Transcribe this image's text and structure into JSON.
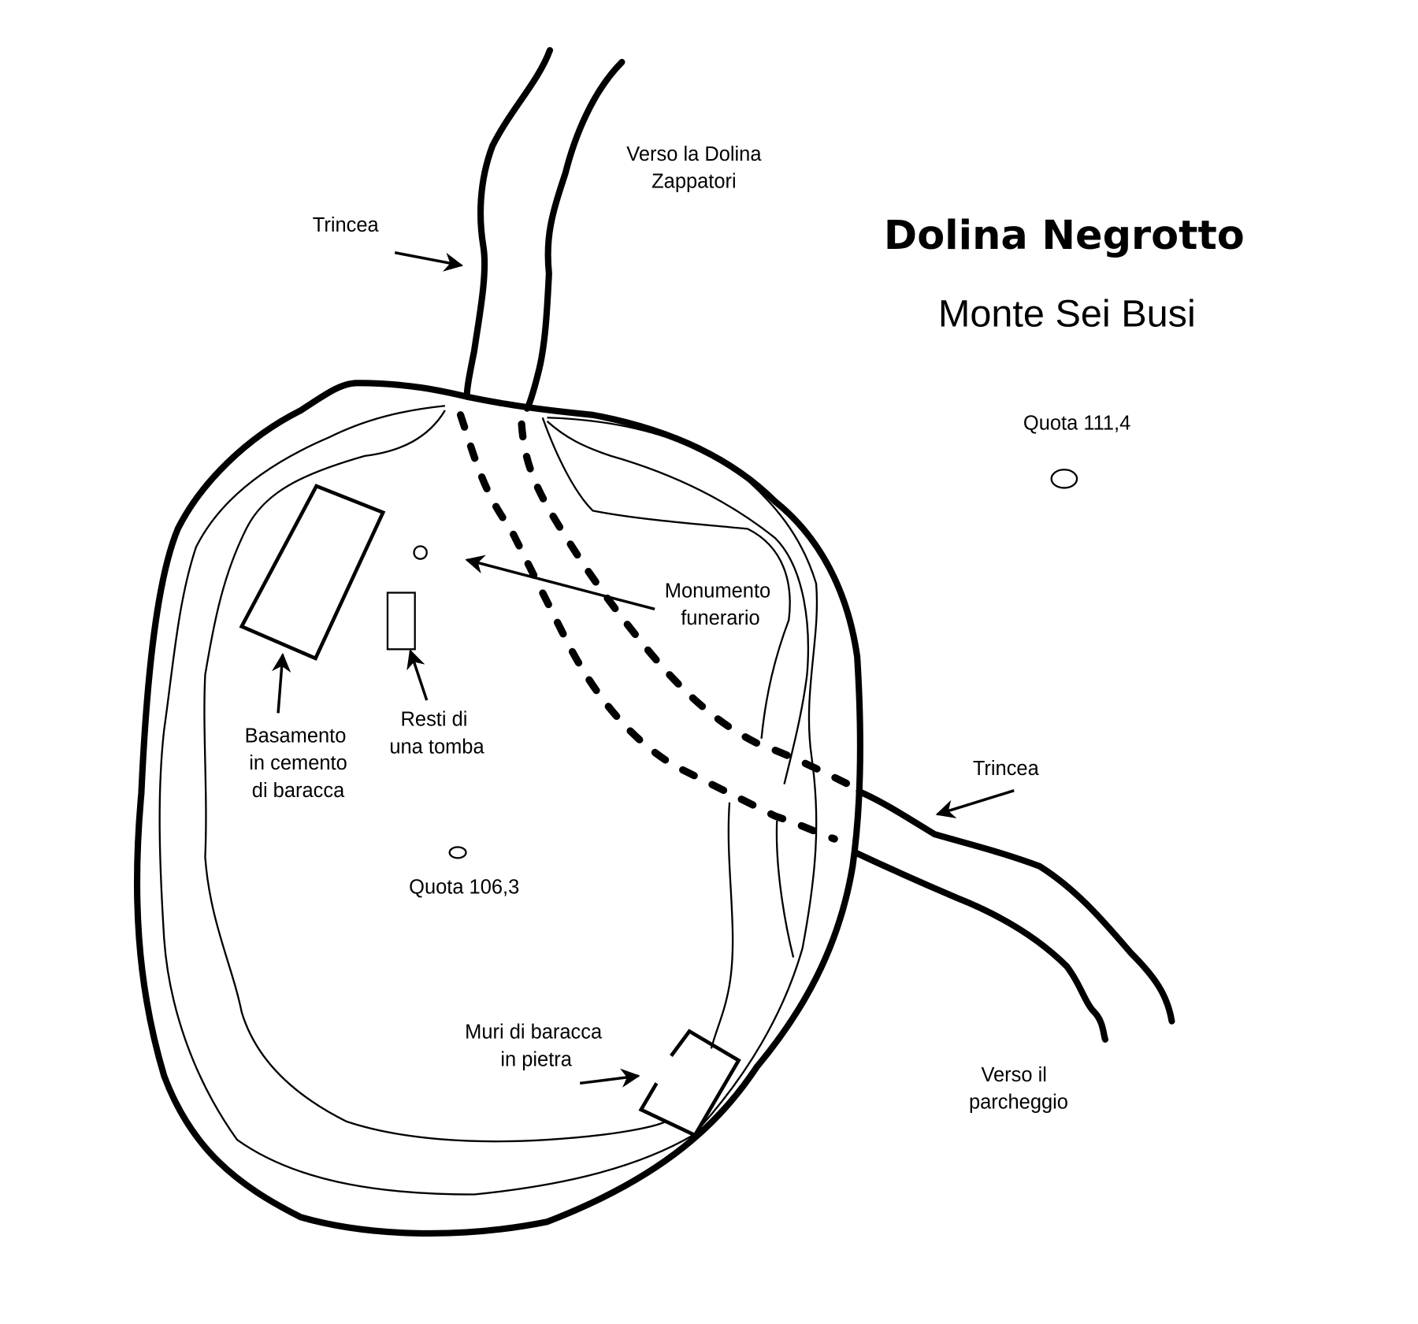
{
  "title": "Dolina Negrotto",
  "subtitle": "Monte Sei Busi",
  "labels": {
    "verso_dolina_1": "Verso la Dolina",
    "verso_dolina_2": "Zappatori",
    "trincea_north": "Trincea",
    "quota_111": "Quota 111,4",
    "monumento_1": "Monumento",
    "monumento_2": "funerario",
    "basamento_1": "Basamento",
    "basamento_2": "in cemento",
    "basamento_3": "di baracca",
    "resti_1": "Resti di",
    "resti_2": "una tomba",
    "trincea_east": "Trincea",
    "quota_106": "Quota 106,3",
    "muri_1": "Muri di baracca",
    "muri_2": "in pietra",
    "parcheggio_1": "Verso il",
    "parcheggio_2": "parcheggio"
  }
}
